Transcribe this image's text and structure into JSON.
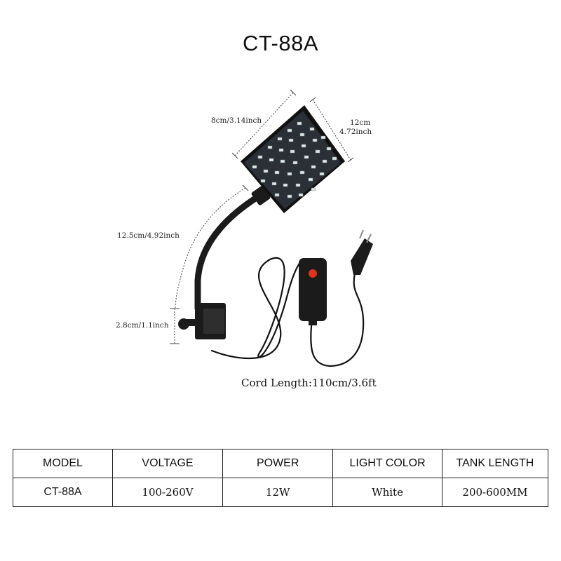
{
  "title": "CT-88A",
  "dimensions": {
    "panel_width": "8cm/3.14inch",
    "panel_length_cm": "12cm",
    "panel_length_inch": "4.72inch",
    "neck_length": "12.5cm/4.92inch",
    "clip_height": "2.8cm/1.1inch"
  },
  "cord_length": "Cord Length:110cm/3.6ft",
  "spec_table": {
    "headers": [
      "MODEL",
      "VOLTAGE",
      "POWER",
      "LIGHT COLOR",
      "TANK LENGTH"
    ],
    "values": [
      "CT-88A",
      "100-260V",
      "12W",
      "White",
      "200-600MM"
    ]
  },
  "colors": {
    "lamp_body": "#1b1b1b",
    "led_panel": "#2a3036",
    "switch_button": "#e0331a"
  }
}
